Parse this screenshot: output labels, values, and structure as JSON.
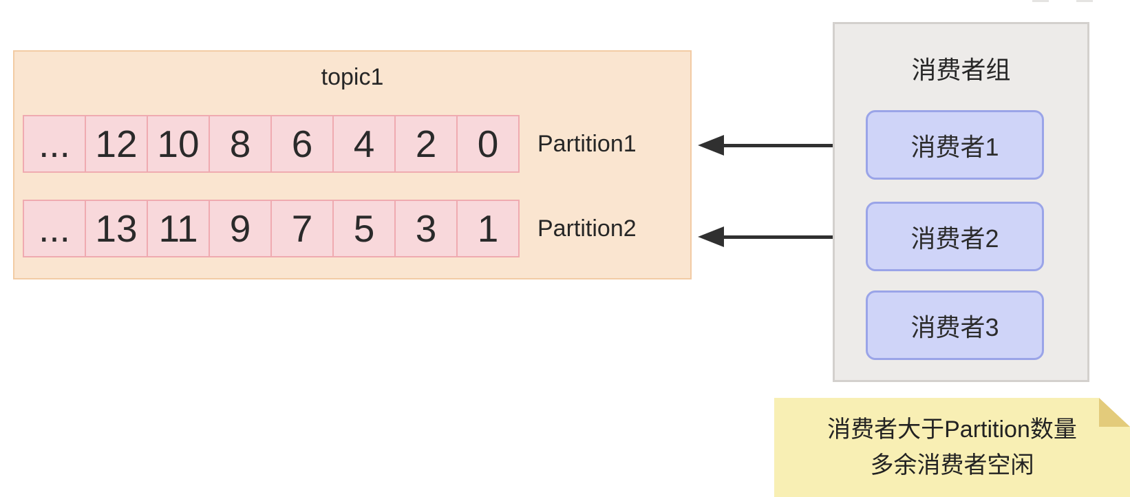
{
  "topic": {
    "title": "topic1",
    "partitions": [
      {
        "label": "Partition1",
        "cells": [
          "...",
          "12",
          "10",
          "8",
          "6",
          "4",
          "2",
          "0"
        ]
      },
      {
        "label": "Partition2",
        "cells": [
          "...",
          "13",
          "11",
          "9",
          "7",
          "5",
          "3",
          "1"
        ]
      }
    ]
  },
  "consumer_group": {
    "title": "消费者组",
    "consumers": [
      "消费者1",
      "消费者2",
      "消费者3"
    ]
  },
  "arrows": [
    {
      "from": "消费者1",
      "to": "Partition1"
    },
    {
      "from": "消费者2",
      "to": "Partition2"
    }
  ],
  "note": {
    "lines": [
      "消费者大于Partition数量",
      "多余消费者空闲"
    ]
  },
  "colors": {
    "topic_fill": "#fae5d0",
    "topic_border": "#f2cba4",
    "cell_fill": "#f8d8db",
    "cell_border": "#efaab0",
    "group_fill": "#edebe9",
    "group_border": "#d3d0cd",
    "consumer_fill": "#cfd4f8",
    "consumer_border": "#9aa4e8",
    "note_fill": "#f8efb4",
    "note_fold": "#e3cb7b",
    "arrow": "#303030"
  }
}
